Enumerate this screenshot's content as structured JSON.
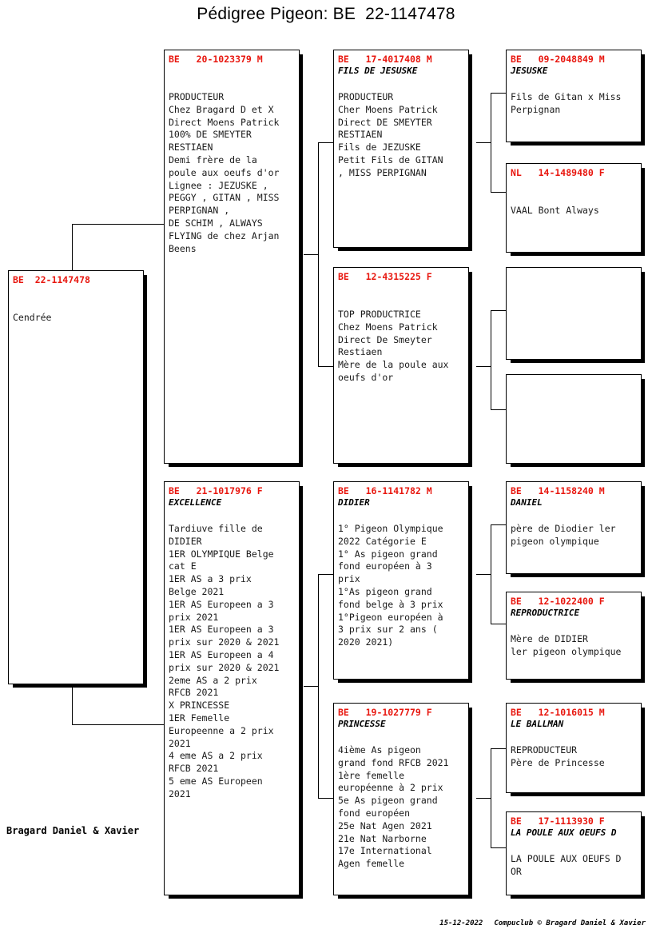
{
  "page": {
    "title": "Pédigree Pigeon: BE  22-1147478",
    "owner": "Bragard Daniel & Xavier",
    "footer_date": "15-12-2022",
    "footer_credit": "Compuclub © Bragard Daniel & Xavier",
    "ring_color": "#e8170f",
    "text_color": "#000000",
    "background": "#ffffff"
  },
  "subject": {
    "ring": "BE  22-1147478",
    "nickname": "",
    "text": "Cendrée"
  },
  "gen1": [
    {
      "ring": "BE   20-1023379 M",
      "nickname": "",
      "text": "PRODUCTEUR\nChez Bragard D et X\nDirect Moens Patrick\n100% DE SMEYTER\nRESTIAEN\nDemi frère de la\npoule aux oeufs d'or\nLignee : JEZUSKE ,\nPEGGY , GITAN , MISS\nPERPIGNAN ,\nDE SCHIM , ALWAYS\nFLYING de chez Arjan\nBeens"
    },
    {
      "ring": "BE   21-1017976 F",
      "nickname": "EXCELLENCE",
      "text": "Tardiuve fille de\nDIDIER\n1ER OLYMPIQUE Belge\ncat E\n1ER AS a 3 prix\nBelge 2021\n1ER AS Europeen a 3\nprix 2021\n1ER AS Europeen a 3\nprix sur 2020 & 2021\n1ER AS Europeen a 4\nprix sur 2020 & 2021\n2eme AS a 2 prix\nRFCB 2021\nX PRINCESSE\n1ER Femelle\nEuropeenne a 2 prix\n2021\n4 eme AS a 2 prix\nRFCB 2021\n5 eme AS Europeen\n2021"
    }
  ],
  "gen2": [
    {
      "ring": "BE   17-4017408 M",
      "nickname": "FILS DE JESUSKE",
      "text": "PRODUCTEUR\nCher Moens Patrick\nDirect DE SMEYTER\nRESTIAEN\nFils de JEZUSKE\nPetit Fils de GITAN\n, MISS PERPIGNAN"
    },
    {
      "ring": "BE   12-4315225 F",
      "nickname": "",
      "text": "TOP PRODUCTRICE\nChez Moens Patrick\nDirect De Smeyter\nRestiaen\nMère de la poule aux\noeufs d'or"
    },
    {
      "ring": "BE   16-1141782 M",
      "nickname": "DIDIER",
      "text": "1° Pigeon Olympique\n2022 Catégorie E\n1° As pigeon grand\nfond européen à 3\nprix\n1°As pigeon grand\nfond belge à 3 prix\n1°Pigeon européen à\n3 prix sur 2 ans (\n2020 2021)"
    },
    {
      "ring": "BE   19-1027779 F",
      "nickname": "PRINCESSE",
      "text": "4ième As pigeon\ngrand fond RFCB 2021\n1ère femelle\neuropéenne à 2 prix\n5e As pigeon grand\nfond européen\n25e Nat Agen 2021\n21e Nat Narborne\n17e International\nAgen femelle"
    }
  ],
  "gen3": [
    {
      "ring": "BE   09-2048849 M",
      "nickname": "JESUSKE",
      "text": "Fils de Gitan x Miss\nPerpignan"
    },
    {
      "ring": "NL   14-1489480 F",
      "nickname": "",
      "text": "VAAL Bont Always"
    },
    {
      "ring": "",
      "nickname": "",
      "text": ""
    },
    {
      "ring": "",
      "nickname": "",
      "text": ""
    },
    {
      "ring": "BE   14-1158240 M",
      "nickname": "DANIEL",
      "text": "père de Diodier ler\npigeon olympique"
    },
    {
      "ring": "BE   12-1022400 F",
      "nickname": "REPRODUCTRICE",
      "text": "Mère de DIDIER\nler pigeon olympique"
    },
    {
      "ring": "BE   12-1016015 M",
      "nickname": "LE BALLMAN",
      "text": "REPRODUCTEUR\nPère de Princesse"
    },
    {
      "ring": "BE   17-1113930 F",
      "nickname": "LA POULE AUX OEUFS D",
      "text": "LA POULE AUX OEUFS D\nOR"
    }
  ]
}
